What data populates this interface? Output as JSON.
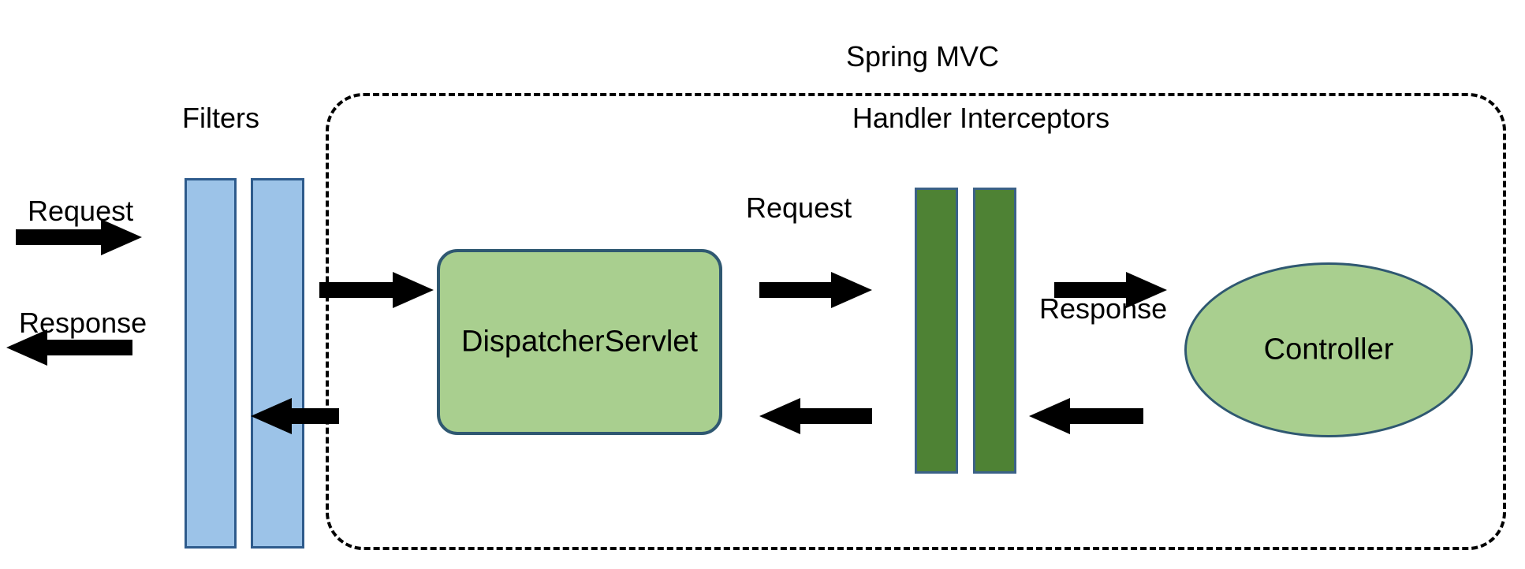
{
  "diagram": {
    "title": "Spring MVC request/response flow",
    "background": "#ffffff",
    "colors": {
      "filter_fill": "#9CC3E8",
      "filter_stroke": "#2E5B8C",
      "interceptor_fill": "#4E8234",
      "interceptor_stroke": "#3B6187",
      "node_fill": "#A9CF8F",
      "node_stroke": "#2F5871",
      "arrow": "#000000",
      "boundary": "#000000",
      "text": "#000000"
    },
    "labels": {
      "spring_mvc": "Spring MVC",
      "filters": "Filters",
      "handler_interceptors": "Handler Interceptors",
      "dispatcher_servlet": "DispatcherServlet",
      "controller": "Controller",
      "request_outer": "Request",
      "response_outer": "Response",
      "request_inner": "Request",
      "response_inner": "Response"
    },
    "flow": [
      {
        "from": "client",
        "to": "filters",
        "label": "Request",
        "direction": "right"
      },
      {
        "from": "filters",
        "to": "dispatcher-servlet",
        "label": "",
        "direction": "right"
      },
      {
        "from": "dispatcher-servlet",
        "to": "handler-interceptors",
        "label": "Request",
        "direction": "right"
      },
      {
        "from": "handler-interceptors",
        "to": "controller",
        "label": "",
        "direction": "right"
      },
      {
        "from": "controller",
        "to": "handler-interceptors",
        "label": "Response",
        "direction": "left"
      },
      {
        "from": "handler-interceptors",
        "to": "dispatcher-servlet",
        "label": "",
        "direction": "left"
      },
      {
        "from": "dispatcher-servlet",
        "to": "filters",
        "label": "",
        "direction": "left"
      },
      {
        "from": "filters",
        "to": "client",
        "label": "Response",
        "direction": "left"
      }
    ],
    "components": {
      "filters_count": 2,
      "interceptors_count": 2
    }
  }
}
